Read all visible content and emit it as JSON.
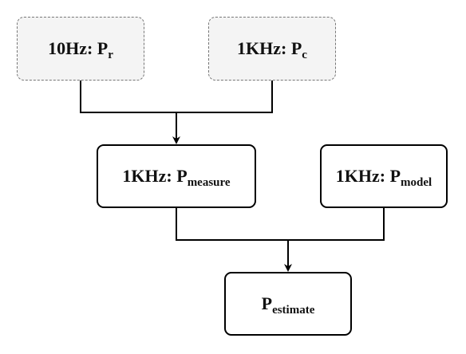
{
  "nodes": {
    "pr": {
      "prefix": "10Hz: P",
      "sub": "r"
    },
    "pc": {
      "prefix": "1KHz: P",
      "sub": "c"
    },
    "pmeasure": {
      "prefix": "1KHz: P",
      "sub": "measure"
    },
    "pmodel": {
      "prefix": "1KHz: P",
      "sub": "model"
    },
    "pestimate": {
      "prefix": "P",
      "sub": "estimate"
    }
  },
  "edges": [
    {
      "from": [
        "pr",
        "pc"
      ],
      "to": "pmeasure"
    },
    {
      "from": [
        "pmeasure",
        "pmodel"
      ],
      "to": "pestimate"
    }
  ],
  "colors": {
    "line": "#000000",
    "dashed_fill": "#f4f4f4",
    "dashed_border": "#777777",
    "solid_border": "#000000"
  }
}
